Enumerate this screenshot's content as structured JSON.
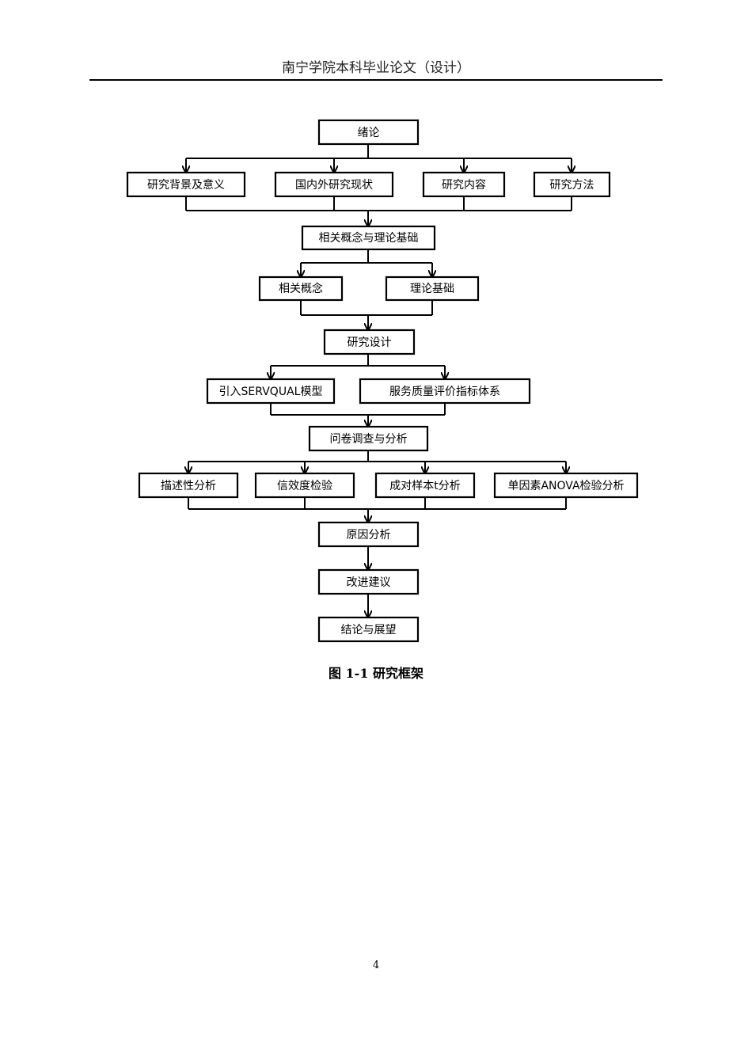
{
  "header": {
    "title": "南宁学院本科毕业论文（设计）"
  },
  "figure": {
    "caption": "图 1-1 研究框架",
    "nodes": {
      "intro": "绪论",
      "background": "研究背景及意义",
      "status": "国内外研究现状",
      "content": "研究内容",
      "method": "研究方法",
      "theory": "相关概念与理论基础",
      "concepts": "相关概念",
      "basis": "理论基础",
      "design": "研究设计",
      "servqual": "引入SERVQUAL模型",
      "indicators": "服务质量评价指标体系",
      "survey": "问卷调查与分析",
      "descriptive": "描述性分析",
      "reliability": "信效度检验",
      "ttest": "成对样本t分析",
      "anova": "单因素ANOVA检验分析",
      "cause": "原因分析",
      "suggest": "改进建议",
      "conclusion": "结论与展望"
    }
  },
  "footer": {
    "page_number": "4"
  }
}
